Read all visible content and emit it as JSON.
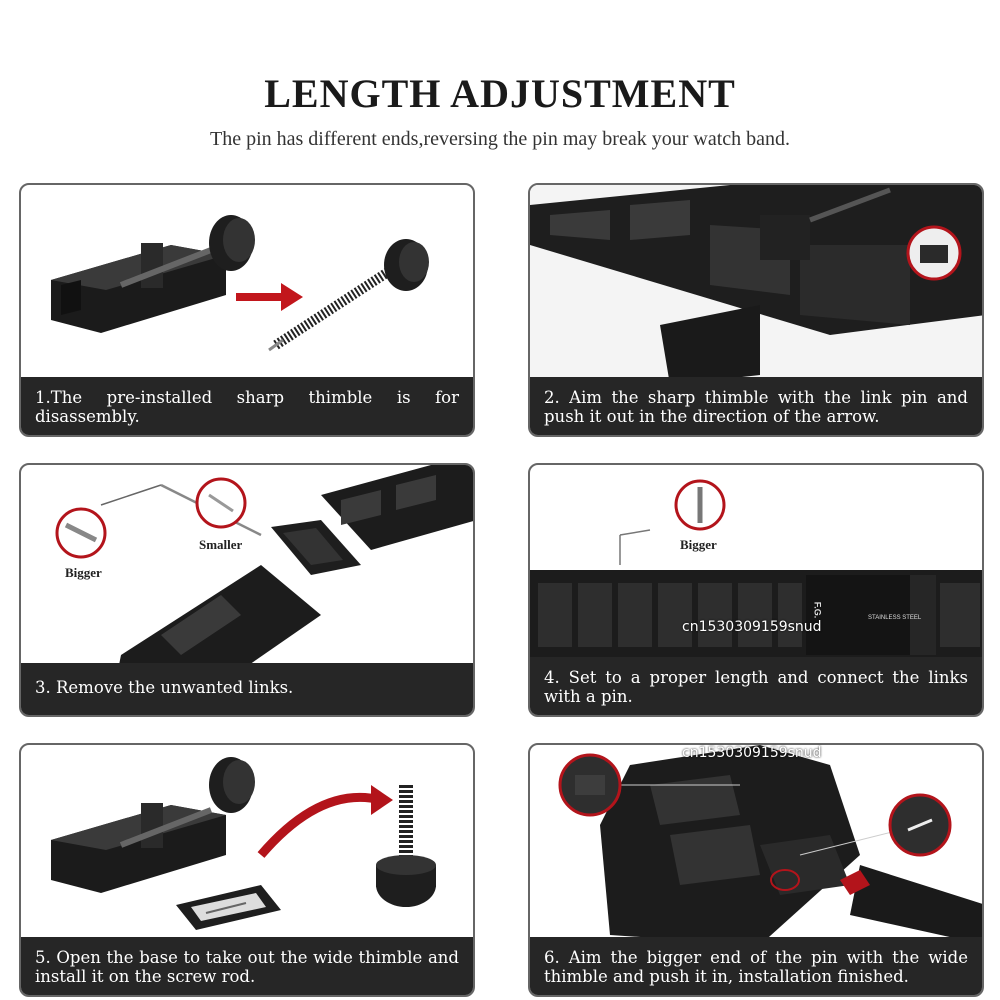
{
  "header": {
    "title": "LENGTH ADJUSTMENT",
    "subtitle": "The pin has different ends,reversing the pin may break your watch band."
  },
  "steps": [
    {
      "caption": "1.The pre-installed sharp thimble is for disassembly."
    },
    {
      "caption": "2. Aim the sharp thimble with the link pin and push it out in the direction of the arrow."
    },
    {
      "caption": "3. Remove the unwanted links.",
      "labels": {
        "bigger": "Bigger",
        "smaller": "Smaller"
      }
    },
    {
      "caption": "4. Set to a proper length and connect the links with a pin.",
      "labels": {
        "bigger": "Bigger"
      },
      "clasp_text": "STAINLESS STEEL",
      "logo_text": "F.G."
    },
    {
      "caption": "5. Open the base to take out the wide thimble and install it on the screw rod."
    },
    {
      "caption": "6. Aim the bigger end of the pin with the wide thimble and push it in, installation finished."
    }
  ],
  "watermark": "cn1530309159snud",
  "colors": {
    "accent": "#b3141b",
    "caption_bg": "#262626",
    "metal": "#1c1c1c"
  }
}
